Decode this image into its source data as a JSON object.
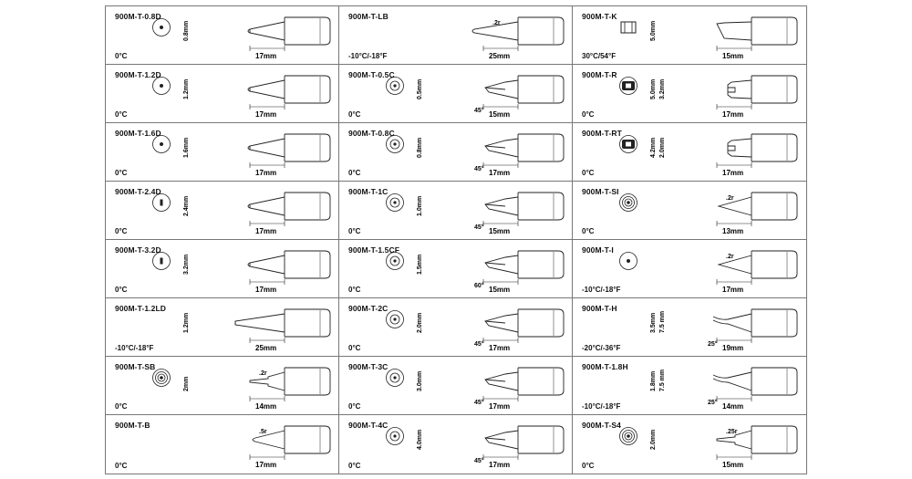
{
  "tips": [
    {
      "name": "900M-T-0.8D",
      "temp": "0°C",
      "length": "17mm",
      "dims": [
        "0.8mm"
      ],
      "shape": "conical",
      "face": "dot"
    },
    {
      "name": "900M-T-LB",
      "temp": "-10°C/-18°F",
      "length": "25mm",
      "dims": [],
      "note": ".2r",
      "shape": "long-bent",
      "face": "none"
    },
    {
      "name": "900M-T-K",
      "temp": "30°C/54°F",
      "length": "15mm",
      "dims": [
        "5.0mm"
      ],
      "shape": "knife",
      "face": "rect"
    },
    {
      "name": "900M-T-1.2D",
      "temp": "0°C",
      "length": "17mm",
      "dims": [
        "1.2mm"
      ],
      "shape": "conical",
      "face": "dot"
    },
    {
      "name": "900M-T-0.5C",
      "temp": "0°C",
      "length": "15mm",
      "dims": [
        "0.5mm"
      ],
      "angle": "45°",
      "shape": "bevel",
      "face": "ring"
    },
    {
      "name": "900M-T-R",
      "temp": "0°C",
      "length": "17mm",
      "dims": [
        "5.0mm",
        "3.2mm"
      ],
      "shape": "fork",
      "face": "slot"
    },
    {
      "name": "900M-T-1.6D",
      "temp": "0°C",
      "length": "17mm",
      "dims": [
        "1.6mm"
      ],
      "shape": "conical",
      "face": "dot"
    },
    {
      "name": "900M-T-0.8C",
      "temp": "0°C",
      "length": "17mm",
      "dims": [
        "0.8mm"
      ],
      "angle": "45°",
      "shape": "bevel",
      "face": "ring"
    },
    {
      "name": "900M-T-RT",
      "temp": "0°C",
      "length": "17mm",
      "dims": [
        "4.2mm",
        "2.0mm"
      ],
      "shape": "fork",
      "face": "slot"
    },
    {
      "name": "900M-T-2.4D",
      "temp": "0°C",
      "length": "17mm",
      "dims": [
        "2.4mm"
      ],
      "shape": "conical",
      "face": "bar"
    },
    {
      "name": "900M-T-1C",
      "temp": "0°C",
      "length": "15mm",
      "dims": [
        "1.0mm"
      ],
      "angle": "45°",
      "shape": "bevel",
      "face": "ring"
    },
    {
      "name": "900M-T-SI",
      "temp": "0°C",
      "length": "13mm",
      "dims": [],
      "note": ".2r",
      "shape": "short-needle",
      "face": "target"
    },
    {
      "name": "900M-T-3.2D",
      "temp": "0°C",
      "length": "17mm",
      "dims": [
        "3.2mm"
      ],
      "shape": "conical",
      "face": "bar"
    },
    {
      "name": "900M-T-1.5CF",
      "temp": "0°C",
      "length": "15mm",
      "dims": [
        "1.5mm"
      ],
      "angle": "60°",
      "shape": "bevel",
      "face": "ring"
    },
    {
      "name": "900M-T-I",
      "temp": "-10°C/-18°F",
      "length": "17mm",
      "dims": [],
      "note": ".2r",
      "shape": "needle",
      "face": "dot"
    },
    {
      "name": "900M-T-1.2LD",
      "temp": "-10°C/-18°F",
      "length": "25mm",
      "dims": [
        "1.2mm"
      ],
      "shape": "long-conical",
      "face": "none"
    },
    {
      "name": "900M-T-2C",
      "temp": "0°C",
      "length": "17mm",
      "dims": [
        "2.0mm"
      ],
      "angle": "45°",
      "shape": "bevel",
      "face": "ring"
    },
    {
      "name": "900M-T-H",
      "temp": "-20°C/-36°F",
      "length": "19mm",
      "dims": [
        "3.5mm",
        "7.5 mm"
      ],
      "angle": "25°",
      "shape": "hook",
      "face": "none"
    },
    {
      "name": "900M-T-SB",
      "temp": "0°C",
      "length": "14mm",
      "dims": [
        "2mm"
      ],
      "note": ".2r",
      "shape": "stepped",
      "face": "target"
    },
    {
      "name": "900M-T-3C",
      "temp": "0°C",
      "length": "17mm",
      "dims": [
        "3.0mm"
      ],
      "angle": "45°",
      "shape": "bevel",
      "face": "ring"
    },
    {
      "name": "900M-T-1.8H",
      "temp": "-10°C/-18°F",
      "length": "14mm",
      "dims": [
        "1.8mm",
        "7.5 mm"
      ],
      "angle": "25°",
      "shape": "hook",
      "face": "none"
    },
    {
      "name": "900M-T-B",
      "temp": "0°C",
      "length": "17mm",
      "dims": [],
      "note": ".5r",
      "shape": "blunt",
      "face": "none"
    },
    {
      "name": "900M-T-4C",
      "temp": "0°C",
      "length": "17mm",
      "dims": [
        "4.0mm"
      ],
      "angle": "45°",
      "shape": "bevel",
      "face": "ring"
    },
    {
      "name": "900M-T-S4",
      "temp": "0°C",
      "length": "15mm",
      "dims": [
        "2.0mm"
      ],
      "note": ".25r",
      "shape": "stepped",
      "face": "target"
    }
  ]
}
